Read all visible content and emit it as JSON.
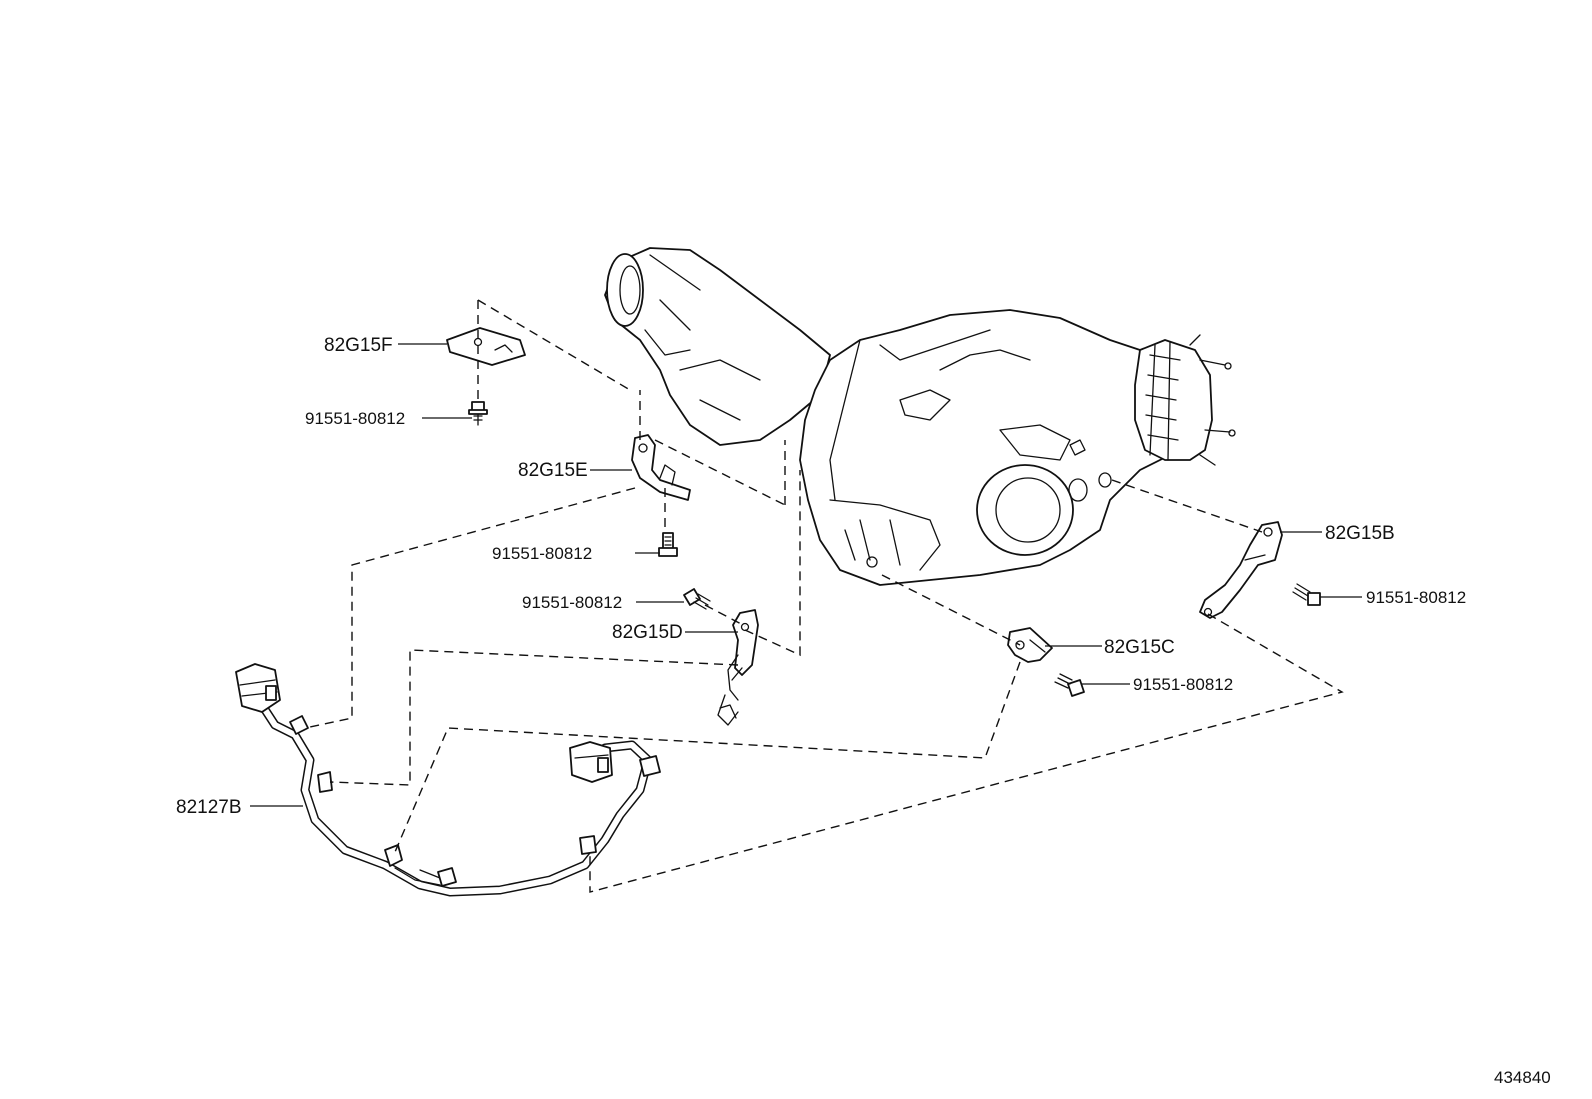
{
  "labels": {
    "p82G15F": "82G15F",
    "b_f": "91551-80812",
    "p82G15E": "82G15E",
    "b_e": "91551-80812",
    "b_d": "91551-80812",
    "p82G15D": "82G15D",
    "p82127B": "82127B",
    "p82G15B": "82G15B",
    "b_b": "91551-80812",
    "p82G15C": "82G15C",
    "b_c": "91551-80812"
  },
  "diagram_id": "434840"
}
